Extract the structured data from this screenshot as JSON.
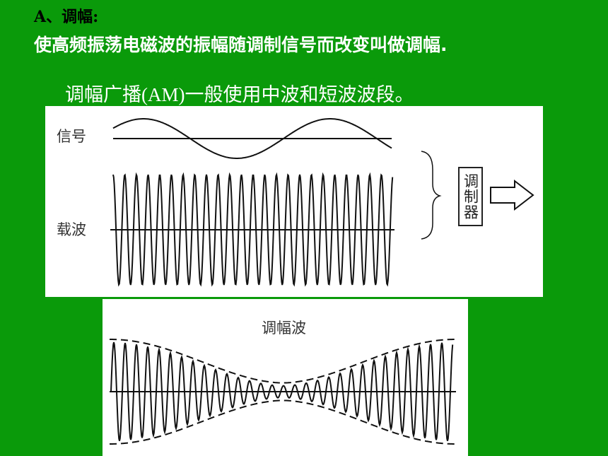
{
  "title": "A、调幅:",
  "definition": "使高频振荡电磁波的振幅随调制信号而改变叫做调幅.",
  "note": "调幅广播(AM)一般使用中波和短波波段。",
  "labels": {
    "signal": "信号",
    "carrier": "载波",
    "modulator": "调制器",
    "am_wave": "调幅波"
  },
  "colors": {
    "background": "#0a9a0a",
    "panel": "#ffffff",
    "line": "#111111"
  }
}
